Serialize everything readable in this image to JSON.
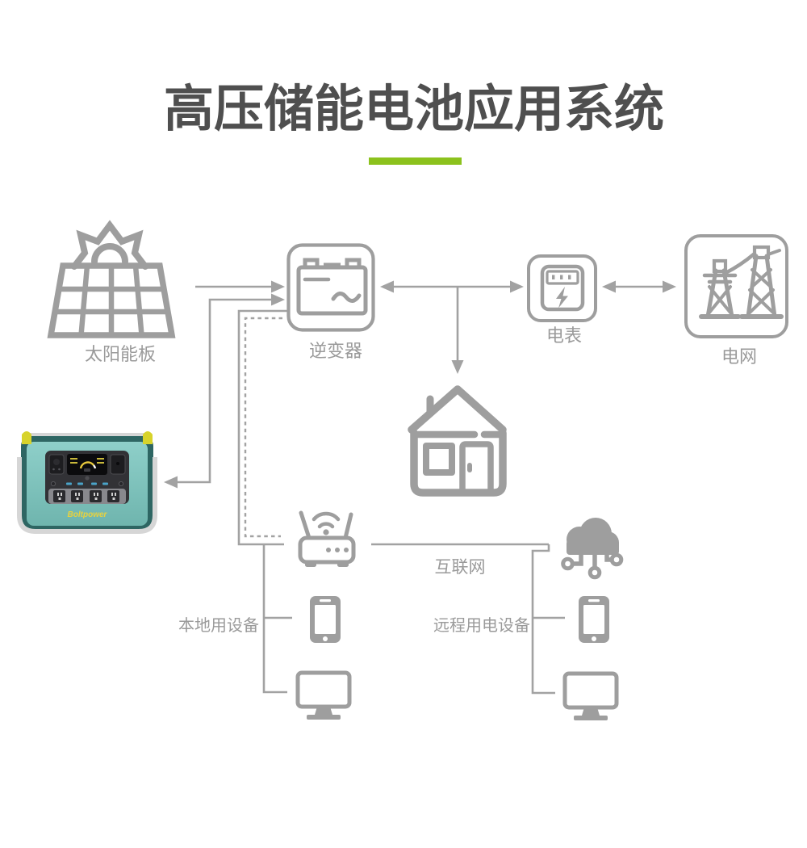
{
  "title": {
    "text": "高压储能电池应用系统"
  },
  "accent": {
    "underline_color": "#8cc21d"
  },
  "palette": {
    "title_gray": "#4f4f4f",
    "icon_gray": "#9e9e9e",
    "line_gray": "#a2a2a2",
    "label_gray": "#9a9a9a"
  },
  "nodes": {
    "solar_panel": {
      "label": "太阳能板"
    },
    "inverter": {
      "label": "逆变器"
    },
    "meter": {
      "label": "电表"
    },
    "grid": {
      "label": "电网"
    },
    "internet": {
      "label": "互联网"
    },
    "local_devices": {
      "label": "本地用设备"
    },
    "remote_devices": {
      "label": "远程用电设备"
    }
  },
  "product": {
    "brand": "Boltpower",
    "body_color": "#85c8c2",
    "frame_color": "#d6d6d6",
    "panel_color": "#323236",
    "hook_color": "#d7d32b",
    "logo_color": "#e8d23e"
  },
  "icons": {
    "solar": "solar-panel-icon",
    "inverter": "inverter-battery-icon",
    "meter": "electric-meter-icon",
    "grid": "power-grid-icon",
    "house": "house-icon",
    "router": "wifi-router-icon",
    "cloud": "internet-cloud-icon",
    "phone": "smartphone-icon",
    "computer": "desktop-monitor-icon",
    "product": "portable-power-station-photo"
  }
}
